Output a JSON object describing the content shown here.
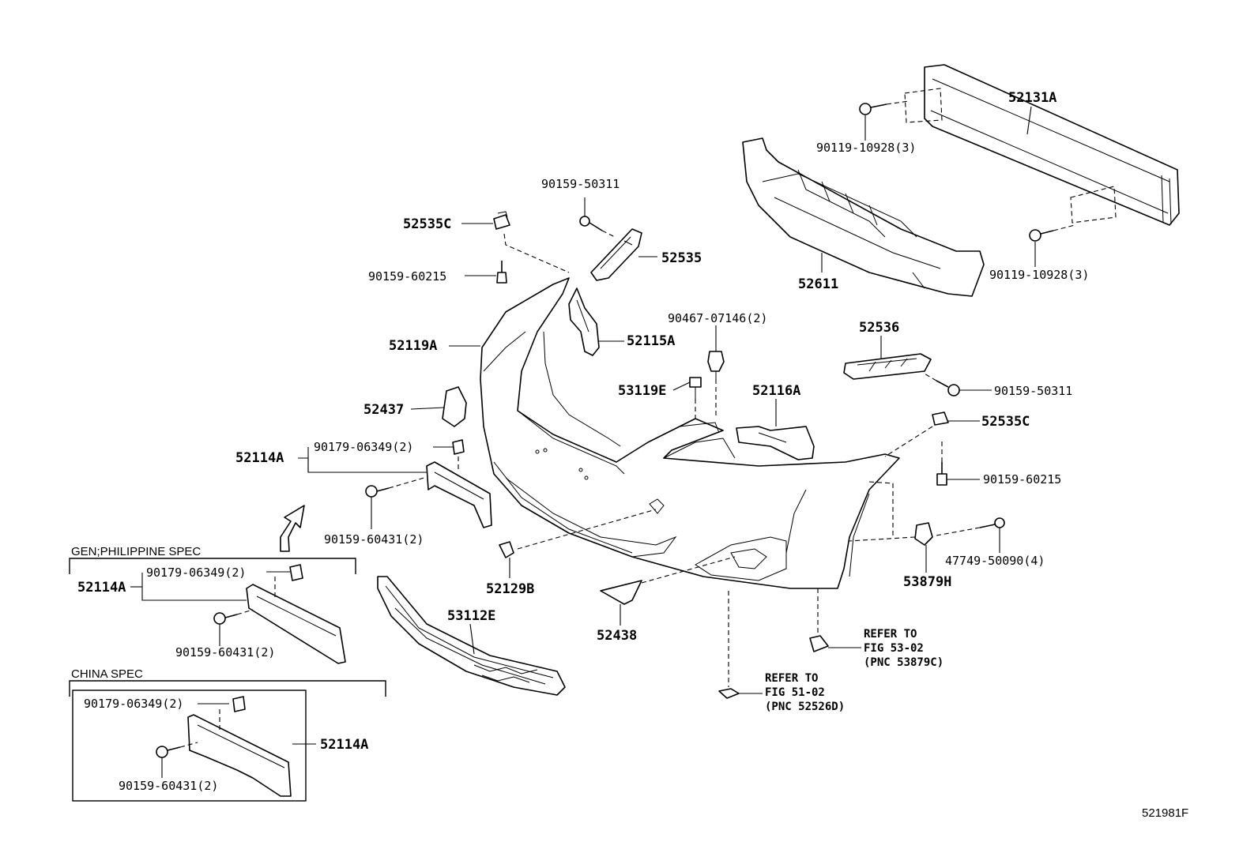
{
  "diagram_id": "521981F",
  "parts": {
    "p52131A": "52131A",
    "p90119_top": "90119-10928(3)",
    "p90119_bot": "90119-10928(3)",
    "p52611": "52611",
    "p90159_50311_top": "90159-50311",
    "p52535C_left": "52535C",
    "p52535": "52535",
    "p90159_60215_left": "90159-60215",
    "p52119A": "52119A",
    "p52115A": "52115A",
    "p90467": "90467-07146(2)",
    "p52536": "52536",
    "p53119E": "53119E",
    "p52116A": "52116A",
    "p90159_50311_right": "90159-50311",
    "p52437": "52437",
    "p52535C_right": "52535C",
    "p90179_main": "90179-06349(2)",
    "p52114A_main": "52114A",
    "p90159_60215_right": "90159-60215",
    "p90159_60431_main": "90159-60431(2)",
    "p47749": "47749-50090(4)",
    "p53879H": "53879H",
    "p52129B": "52129B",
    "p53112E": "53112E",
    "p52438": "52438"
  },
  "gen_spec": {
    "title": "GEN;PHILIPPINE SPEC",
    "p90179": "90179-06349(2)",
    "p52114A": "52114A",
    "p90159": "90159-60431(2)"
  },
  "china_spec": {
    "title": "CHINA SPEC",
    "p90179": "90179-06349(2)",
    "p52114A": "52114A",
    "p90159": "90159-60431(2)"
  },
  "refer_53": {
    "line1": "REFER TO",
    "line2": "FIG 53-02",
    "line3": "(PNC 53879C)"
  },
  "refer_51": {
    "line1": "REFER TO",
    "line2": "FIG 51-02",
    "line3": "(PNC 52526D)"
  }
}
